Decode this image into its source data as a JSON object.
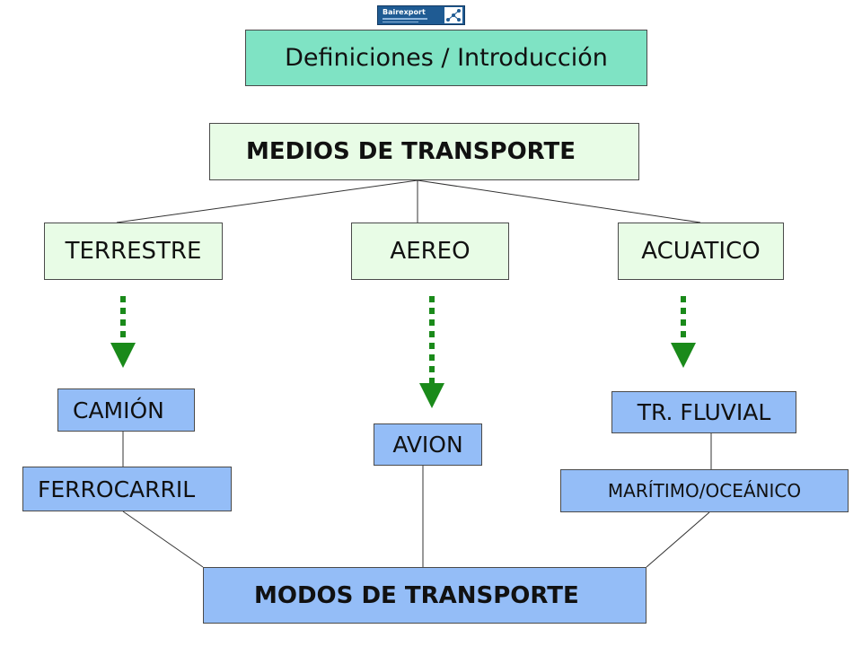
{
  "logo": {
    "name": "Bairexport"
  },
  "title": "Definiciones / Introducción",
  "root": "MEDIOS DE TRANSPORTE",
  "categories": {
    "terrestre": "TERRESTRE",
    "aereo": "AEREO",
    "acuatico": "ACUATICO"
  },
  "modes": {
    "camion": "CAMIÓN",
    "ferrocarril": "FERROCARRIL",
    "avion": "AVION",
    "fluvial": "TR. FLUVIAL",
    "maritimo": "MARÍTIMO/OCEÁNICO"
  },
  "bottom": "MODOS DE TRANSPORTE",
  "colors": {
    "title_box": "#7fe3c4",
    "category_box": "#e8fce6",
    "mode_box": "#94bdf7",
    "arrow": "#1a8a1a"
  }
}
